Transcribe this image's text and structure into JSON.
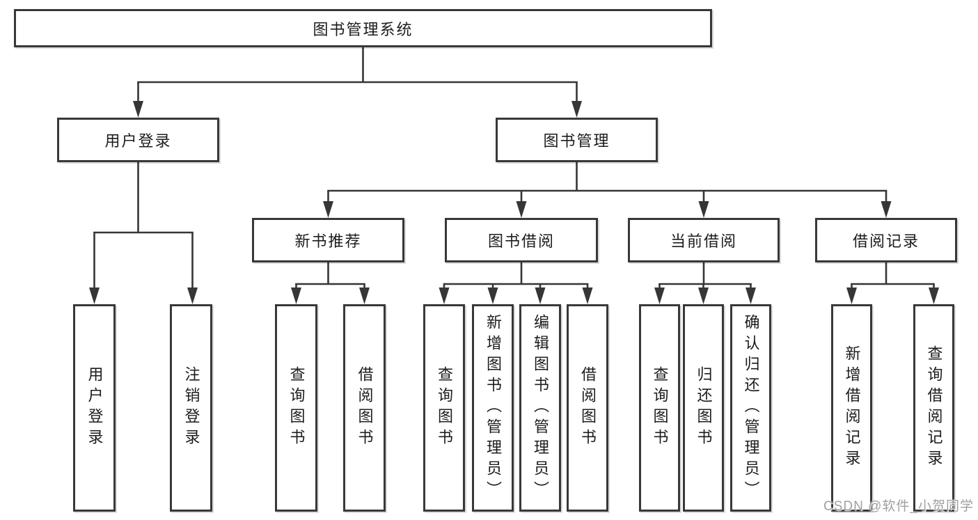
{
  "tree": {
    "root": {
      "label": "图书管理系统"
    },
    "level2": [
      {
        "label": "用户登录"
      },
      {
        "label": "图书管理"
      }
    ],
    "level3": [
      {
        "label": "新书推荐"
      },
      {
        "label": "图书借阅"
      },
      {
        "label": "当前借阅"
      },
      {
        "label": "借阅记录"
      }
    ],
    "leaves": {
      "login": [
        "用户登录",
        "注销登录"
      ],
      "newbook": [
        "查询图书",
        "借阅图书"
      ],
      "borrow": [
        "查询图书",
        "新增图书（管理员）",
        "编辑图书（管理员）",
        "借阅图书"
      ],
      "current": [
        "查询图书",
        "归还图书",
        "确认归还（管理员）"
      ],
      "record": [
        "新增借阅记录",
        "查询借阅记录"
      ]
    }
  },
  "watermark": "CSDN @软件_小贺同学",
  "colors": {
    "line": "#363636",
    "border": "#383838",
    "text": "#1c1c1c",
    "watermark": "#9f9f9f",
    "background": "#ffffff"
  }
}
